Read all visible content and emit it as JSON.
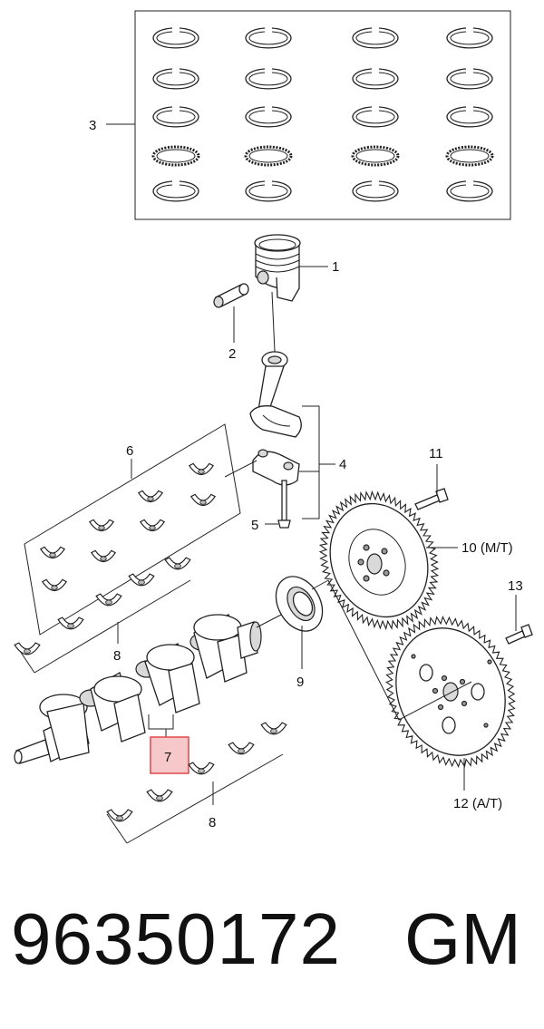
{
  "diagram": {
    "callouts": {
      "c1": "1",
      "c2": "2",
      "c3": "3",
      "c4": "4",
      "c5": "5",
      "c6": "6",
      "c7": "7",
      "c8_upper": "8",
      "c8_lower": "8",
      "c9": "9",
      "c10": "10 (M/T)",
      "c11": "11",
      "c12": "12  (A/T)",
      "c13": "13"
    },
    "highlight_color": "#e0464a"
  },
  "footer": {
    "part_number": "96350172",
    "brand": "GM"
  }
}
